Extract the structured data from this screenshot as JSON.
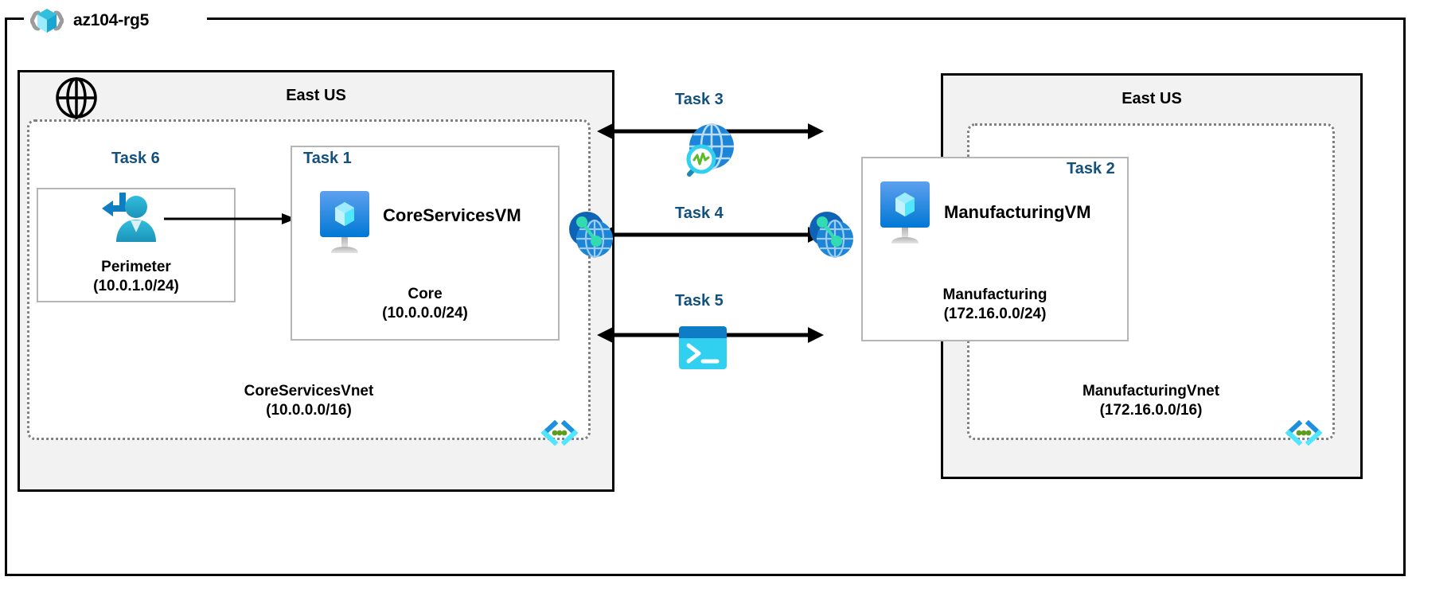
{
  "diagram": {
    "type": "azure-network-architecture",
    "resource_group": {
      "name": "az104-rg5",
      "icon": "resource-group-cube-icon"
    },
    "regions": [
      {
        "id": "left",
        "label": "East US"
      },
      {
        "id": "right",
        "label": "East US"
      }
    ],
    "vnets": [
      {
        "id": "coreservices",
        "name": "CoreServicesVnet",
        "cidr": "(10.0.0.0/16)",
        "icon": "subnet-code-icon"
      },
      {
        "id": "manufacturing",
        "name": "ManufacturingVnet",
        "cidr": "(172.16.0.0/16)",
        "icon": "subnet-code-icon"
      }
    ],
    "subnets": [
      {
        "id": "perimeter",
        "task": "Task 6",
        "name": "Perimeter",
        "cidr": "(10.0.1.0/24)",
        "icon": "user-inbound-icon"
      },
      {
        "id": "core",
        "task": "Task 1",
        "name": "Core",
        "cidr": "(10.0.0.0/24)",
        "vm": "CoreServicesVM",
        "icon": "virtual-machine-icon"
      },
      {
        "id": "manufacturing",
        "task": "Task 2",
        "name": "Manufacturing",
        "cidr": "(172.16.0.0/24)",
        "vm": "ManufacturingVM",
        "icon": "virtual-machine-icon"
      }
    ],
    "connections": [
      {
        "id": "task3",
        "label": "Task 3",
        "icon": "network-watcher-icon",
        "arrow": "bidirectional"
      },
      {
        "id": "task4",
        "label": "Task 4",
        "icon": "vnet-peering-icon",
        "arrow": "bidirectional"
      },
      {
        "id": "task5",
        "label": "Task 5",
        "icon": "cloud-shell-icon",
        "arrow": "bidirectional"
      }
    ],
    "internet": {
      "icon": "internet-globe-icon"
    },
    "colors": {
      "task_label": "#12507e",
      "region_fill": "#f2f2f2",
      "vnet_border": "#808080",
      "subnet_border": "#b5b5b5",
      "azure_blue": "#0078d4",
      "cyan": "#32bedd",
      "green": "#5e9c1e"
    }
  }
}
